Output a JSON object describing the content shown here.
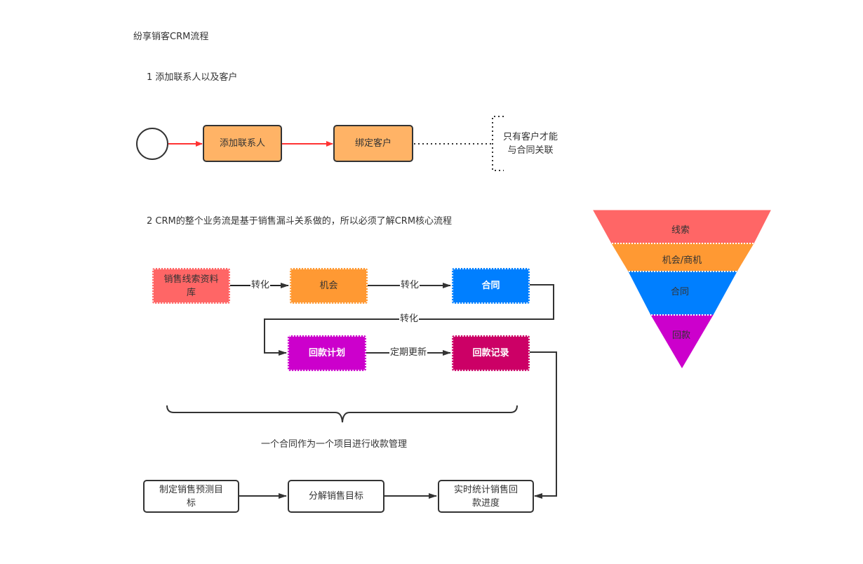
{
  "title": "纷享销客CRM流程",
  "section1": {
    "heading": "1 添加联系人以及客户",
    "nodes": {
      "add_contact": "添加联系人",
      "bind_customer": "绑定客户"
    },
    "annotation_line1": "只有客户才能",
    "annotation_line2": "与合同关联"
  },
  "section2": {
    "heading": "2 CRM的整个业务流是基于销售漏斗关系做的，所以必须了解CRM核心流程",
    "nodes": {
      "lead_db_line1": "销售线索资料",
      "lead_db_line2": "库",
      "opportunity": "机会",
      "contract": "合同",
      "payment_plan": "回款计划",
      "payment_record": "回款记录"
    },
    "edges": {
      "convert1": "转化",
      "convert2": "转化",
      "convert3": "转化",
      "periodic_update": "定期更新"
    },
    "brace_caption": "一个合同作为一个项目进行收款管理",
    "bottom_nodes": {
      "set_target_line1": "制定销售预测目",
      "set_target_line2": "标",
      "split_target": "分解销售目标",
      "realtime_line1": "实时统计销售回",
      "realtime_line2": "款进度"
    }
  },
  "funnel": {
    "levels": [
      {
        "label": "线索",
        "color": "#ff6666"
      },
      {
        "label": "机会/商机",
        "color": "#ff9933"
      },
      {
        "label": "合同",
        "color": "#007fff"
      },
      {
        "label": "回款",
        "color": "#cc00cc"
      }
    ]
  },
  "colors": {
    "lead": "#ff6666",
    "opportunity": "#ff9933",
    "contract": "#007fff",
    "payment_plan": "#cc00cc",
    "payment_record": "#cc0066",
    "orange_box": "#ffb366",
    "red_arrow": "#ff3333"
  }
}
